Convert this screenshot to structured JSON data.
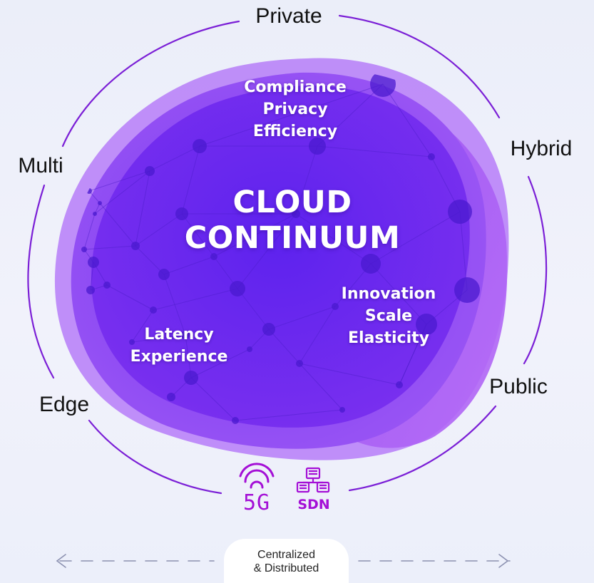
{
  "diagram": {
    "title_lines": [
      "CLOUD",
      "CONTINUUM"
    ],
    "segments": {
      "top": "Private",
      "right_upper": "Hybrid",
      "right_lower": "Public",
      "left_upper": "Multi",
      "left_lower": "Edge"
    },
    "clusters": {
      "top": [
        "Compliance",
        "Privacy",
        "Efficiency"
      ],
      "right": [
        "Innovation",
        "Scale",
        "Elasticity"
      ],
      "left": [
        "Latency",
        "Experience"
      ]
    },
    "technologies": [
      {
        "label": "5G",
        "icon": "wifi-signal-icon"
      },
      {
        "label": "SDN",
        "icon": "network-switch-icon"
      }
    ],
    "axis_label_lines": [
      "Centralized",
      "& Distributed"
    ],
    "colors": {
      "orbit": "#7b1fd6",
      "blob_outer": "#b574f7",
      "blob_inner": "#6628ee",
      "accent_magenta": "#a40fd6",
      "dash": "#8b90b0"
    }
  }
}
